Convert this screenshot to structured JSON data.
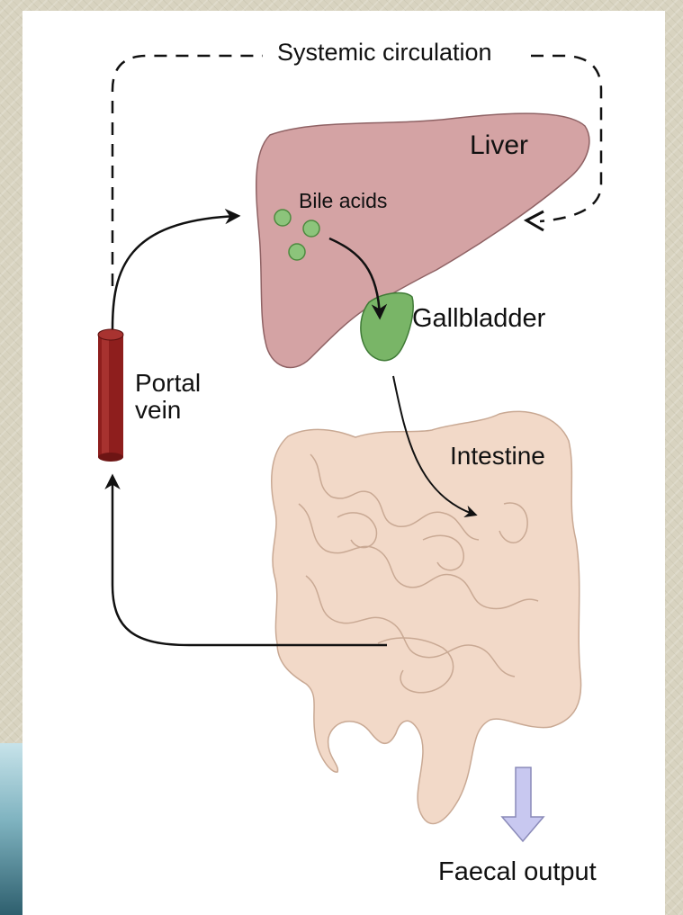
{
  "labels": {
    "systemic_circulation": "Systemic circulation",
    "liver": "Liver",
    "bile_acids": "Bile acids",
    "gallbladder": "Gallbladder",
    "portal_vein_line1": "Portal",
    "portal_vein_line2": "vein",
    "intestine": "Intestine",
    "faecal_output": "Faecal output"
  },
  "colors": {
    "liver": "#d4a3a4",
    "bile_acid": "#8cc47b",
    "gallbladder": "#79b567",
    "portal_vein": "#8e1e1d",
    "intestine": "#f2d9c8",
    "faecal_arrow": "#c8c8f0"
  }
}
